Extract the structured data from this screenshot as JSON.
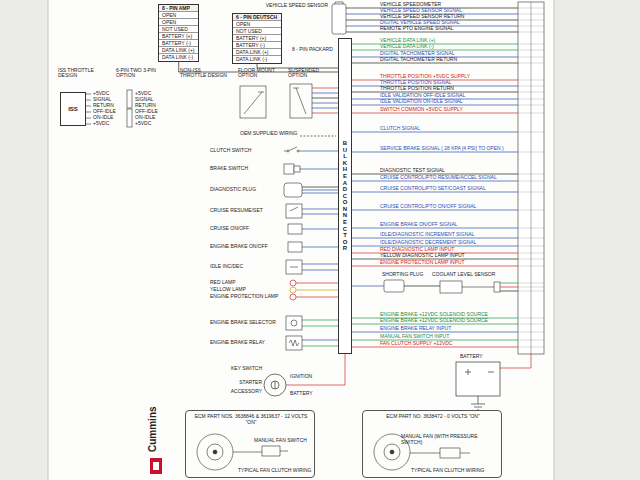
{
  "diagram": {
    "nodes": [
      {
        "text": [
          "8 - PIN AMP",
          "OPEN",
          "OPEN",
          "NOT USED",
          "BATTERY (+)",
          "BATTERY (-)",
          "DATA LINK (+)",
          "DATA LINK (-)"
        ]
      },
      {
        "text": [
          "6 - PIN DEUTSCH",
          "OPEN",
          "NOT USED",
          "BATTERY (+)",
          "BATTERY (-)",
          "DATA LINK (+)",
          "DATA LINK (-)"
        ]
      },
      {
        "text": [
          "ISS"
        ]
      },
      {
        "text": [
          "BULKHEAD CONNECTOR"
        ]
      },
      {
        "text": [
          "ECM PART NOS. 3638846 & 3619637 - 12 VOLTS \"ON\"",
          "MANUAL FAN SWITCH",
          "TYPICAL FAN CLUTCH WIRING"
        ]
      },
      {
        "text": [
          "ECM PART NO. 3638472 - 0 VOLTS \"ON\"",
          "MANUAL FAN (WITH PRESSURE SWITCH)",
          "TYPICAL FAN CLUTCH WIRING"
        ]
      }
    ],
    "edges": [
      {
        "from": 0,
        "to": 3,
        "arrow": "none"
      },
      {
        "from": 1,
        "to": 3,
        "arrow": "none"
      }
    ],
    "labels": [
      "VEHICLE SPEED SENSOR",
      "8 - PIN PACKARD",
      "VEHICLE SPEEDOMETER",
      "VEHICLE SPEED SENSOR SIGNAL",
      "VEHICLE SPEED SENSOR RETURN",
      "DIGITAL VEHICLE SPEED SIGNAL",
      "REMOTE PTO ENGINE SIGNAL",
      "VEHICLE DATA LINK (+)",
      "VEHICLE DATA LINK (-)",
      "DIGITAL TACHOMETER SIGNAL",
      "DIGITAL TACHOMETER RETURN",
      "ISS THROTTLE DESIGN",
      "6-PIN TWO 3-PIN OPTION",
      "NON-ISS THROTTLE DESIGN",
      "FLOOR MOUNT OPTION",
      "SUSPENDED OPTION",
      "+5VDC",
      "SIGNAL",
      "RETURN",
      "OFF-IDLE",
      "ON-IDLE",
      "+5VDC",
      "+5VDC",
      "SIGNAL",
      "RETURN",
      "OFF-IDLE",
      "ON-IDLE",
      "+5VDC",
      "OEM SUPPLIED WIRING",
      "THROTTLE POSITION +5VDC SUPPLY",
      "THROTTLE POSITION SIGNAL",
      "THROTTLE POSITION RETURN",
      "IDLE VALIDATION OFF-IDLE SIGNAL",
      "IDLE VALIDATION ON-IDLE SIGNAL",
      "SWITCH COMMON +5VDC SUPPLY",
      "CLUTCH SWITCH",
      "BRAKE SWITCH",
      "DIAGNOSTIC PLUG",
      "CRUISE RESUME/SET",
      "CRUISE ON/OFF",
      "ENGINE BRAKE ON/OFF",
      "IDLE INC/DEC",
      "RED LAMP",
      "YELLOW LAMP",
      "ENGINE PROTECTION LAMP",
      "ENGINE BRAKE SELECTOR",
      "ENGINE BRAKE RELAY",
      "KEY SWITCH",
      "STARTER",
      "ACCESSORY",
      "IGNITION",
      "BATTERY",
      "CLUTCH SIGNAL",
      "SERVICE BRAKE SIGNAL ( 28 KPA [4 PSI] TO OPEN )",
      "DIAGNOSTIC TEST SIGNAL",
      "CRUISE CONTROL/PTO RESUME/ACCEL SIGNAL",
      "CRUISE CONTROL/PTO SET/COAST SIGNAL",
      "CRUISE CONTROL/PTO ON/OFF SIGNAL",
      "ENGINE BRAKE ON/OFF SIGNAL",
      "IDLE/DIAGNOSTIC INCREMENT SIGNAL",
      "IDLE/DIAGNOSTIC DECREMENT SIGNAL",
      "RED DIAGNOSTIC LAMP INPUT",
      "YELLOW DIAGNOSTIC LAMP INPUT",
      "ENGINE PROTECTION LAMP INPUT",
      "SHORTING PLUG",
      "COOLANT LEVEL SENSOR",
      "ENGINE BRAKE +12VDC SOLENOID SOURCE",
      "ENGINE BRAKE +12VDC SOLENOID SOURCE",
      "ENGINE BRAKE RELAY INPUT",
      "MANUAL FAN SWITCH INPUT",
      "FAN CLUTCH SUPPLY +12VDC",
      "BATTERY",
      "Cummins"
    ]
  }
}
